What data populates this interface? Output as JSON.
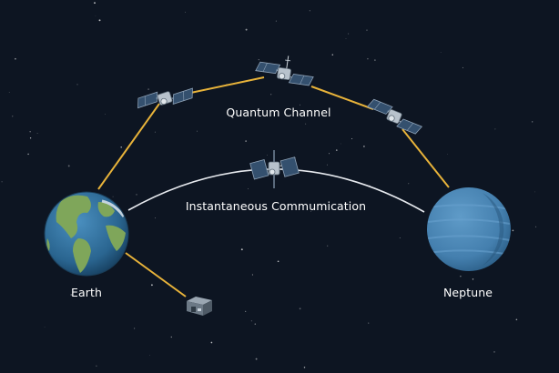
{
  "labels": {
    "quantum_channel": "Quantum Channel",
    "instant_comm": "Instantaneous Commumication",
    "earth": "Earth",
    "neptune": "Neptune"
  },
  "colors": {
    "background": "#0d1522",
    "quantum_link": "#e8b33a",
    "instant_arc": "#e6e9ee",
    "earth_ocean": "#2f6f9a",
    "earth_land": "#7fa65a",
    "neptune": "#4a86b5",
    "satellite_panel": "#34506e",
    "satellite_body": "#b8c2cc"
  },
  "icons": [
    "earth-planet",
    "neptune-planet",
    "satellite-icon",
    "ground-station-icon"
  ]
}
